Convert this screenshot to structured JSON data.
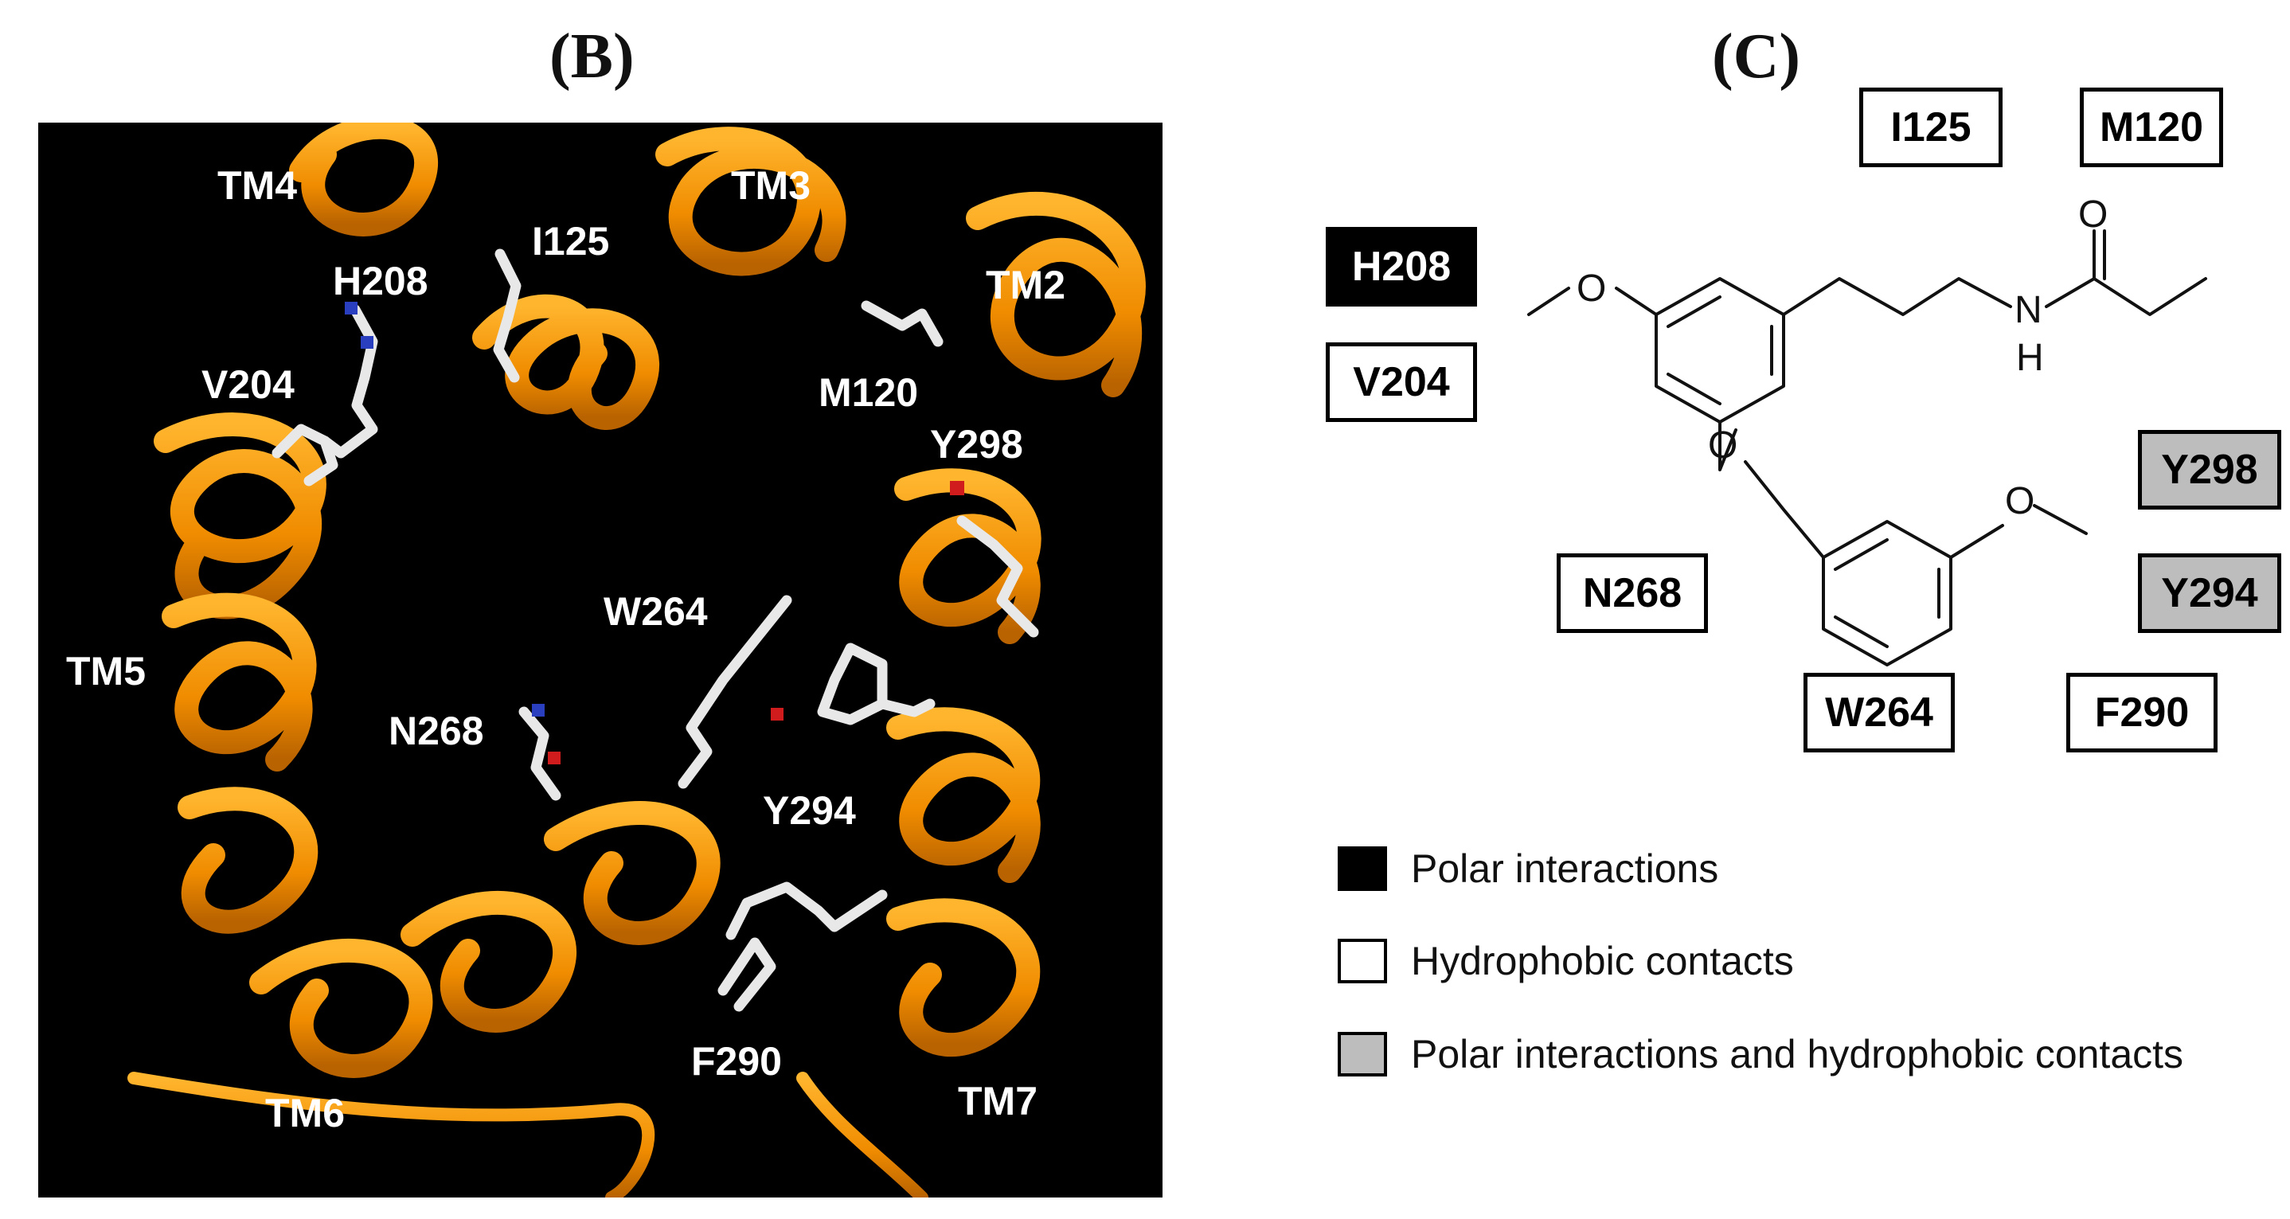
{
  "panels": {
    "b_label": "(B)",
    "c_label": "(C)"
  },
  "panel_b": {
    "helices": [
      "TM4",
      "TM3",
      "TM2",
      "TM5",
      "TM6",
      "TM7"
    ],
    "residues": [
      "I125",
      "H208",
      "V204",
      "M120",
      "Y298",
      "W264",
      "N268",
      "Y294",
      "F290"
    ]
  },
  "panel_c": {
    "molecule": {
      "nh_label": "N",
      "h_label": "H",
      "carbonyl_o": "O",
      "ether_o_top": "O",
      "ether_o_mid": "O",
      "ether_o_right": "O"
    },
    "residue_boxes": [
      {
        "label": "I125",
        "interaction": "hydrophobic"
      },
      {
        "label": "M120",
        "interaction": "hydrophobic"
      },
      {
        "label": "H208",
        "interaction": "polar"
      },
      {
        "label": "V204",
        "interaction": "hydrophobic"
      },
      {
        "label": "Y298",
        "interaction": "both"
      },
      {
        "label": "N268",
        "interaction": "hydrophobic"
      },
      {
        "label": "Y294",
        "interaction": "both"
      },
      {
        "label": "W264",
        "interaction": "hydrophobic"
      },
      {
        "label": "F290",
        "interaction": "hydrophobic"
      }
    ],
    "legend": [
      {
        "label": "Polar interactions",
        "color": "#000000"
      },
      {
        "label": "Hydrophobic contacts",
        "color": "#ffffff"
      },
      {
        "label": "Polar interactions and hydrophobic contacts",
        "color": "#bdbdbd"
      }
    ]
  },
  "colors": {
    "helix": "#f59e0b",
    "helix_dark": "#b86a00",
    "stick": "#e8e8e8",
    "nitrogen": "#2a3fbf",
    "oxygen": "#d01c1c"
  }
}
